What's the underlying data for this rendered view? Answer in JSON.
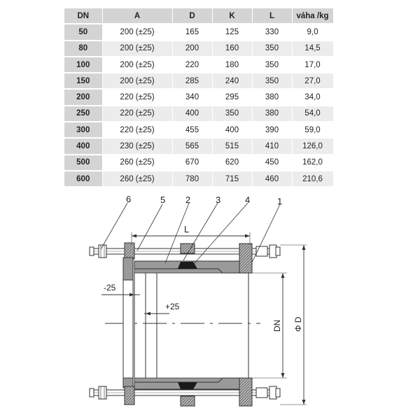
{
  "table": {
    "headers": [
      "DN",
      "A",
      "D",
      "K",
      "L",
      "váha /kg"
    ],
    "rows": [
      [
        "50",
        "200 (±25)",
        "165",
        "125",
        "330",
        "9,0"
      ],
      [
        "80",
        "200 (±25)",
        "200",
        "160",
        "350",
        "14,5"
      ],
      [
        "100",
        "200 (±25)",
        "220",
        "180",
        "350",
        "17,0"
      ],
      [
        "150",
        "200 (±25)",
        "285",
        "240",
        "350",
        "27,0"
      ],
      [
        "200",
        "220 (±25)",
        "340",
        "295",
        "380",
        "34,0"
      ],
      [
        "250",
        "220 (±25)",
        "400",
        "350",
        "380",
        "54,0"
      ],
      [
        "300",
        "220 (±25)",
        "455",
        "400",
        "390",
        "59,0"
      ],
      [
        "400",
        "230 (±25)",
        "565",
        "515",
        "410",
        "126,0"
      ],
      [
        "500",
        "260 (±25)",
        "670",
        "620",
        "450",
        "162,0"
      ],
      [
        "600",
        "260 (±25)",
        "780",
        "715",
        "460",
        "210,6"
      ]
    ]
  },
  "drawing": {
    "callouts": [
      "6",
      "5",
      "2",
      "3",
      "4",
      "1"
    ],
    "dim_L": "L",
    "dim_minus": "-25",
    "dim_plus": "+25",
    "dim_DN": "DN",
    "dim_D": "Φ D"
  },
  "colors": {
    "header_bg": "#d4d4d4",
    "row_alt": "#ececec",
    "line": "#333333",
    "fill": "#9a9a9a",
    "seal": "#1a1a1a"
  }
}
